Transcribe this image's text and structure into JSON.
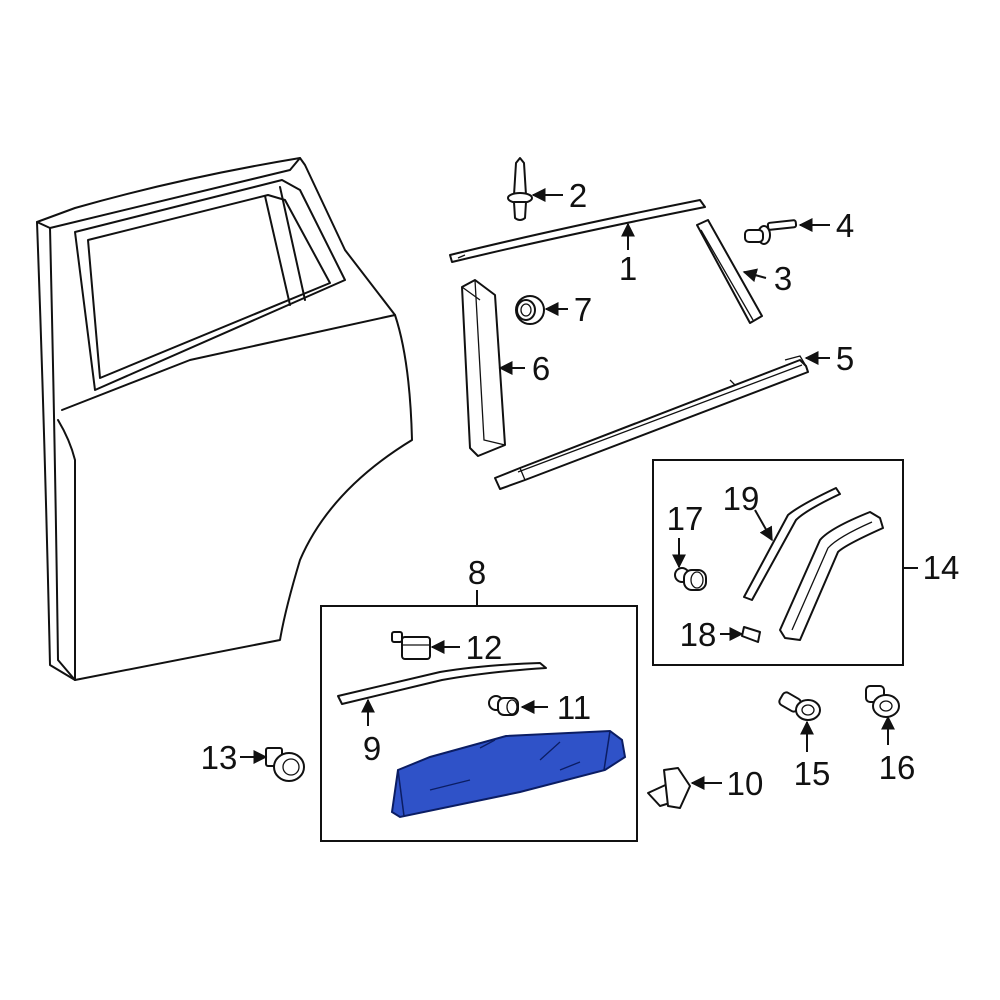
{
  "callouts": [
    {
      "id": "1",
      "label": "1"
    },
    {
      "id": "2",
      "label": "2"
    },
    {
      "id": "3",
      "label": "3"
    },
    {
      "id": "4",
      "label": "4"
    },
    {
      "id": "5",
      "label": "5"
    },
    {
      "id": "6",
      "label": "6"
    },
    {
      "id": "7",
      "label": "7"
    },
    {
      "id": "8",
      "label": "8"
    },
    {
      "id": "9",
      "label": "9"
    },
    {
      "id": "10",
      "label": "10"
    },
    {
      "id": "11",
      "label": "11"
    },
    {
      "id": "12",
      "label": "12"
    },
    {
      "id": "13",
      "label": "13"
    },
    {
      "id": "14",
      "label": "14"
    },
    {
      "id": "15",
      "label": "15"
    },
    {
      "id": "16",
      "label": "16"
    },
    {
      "id": "17",
      "label": "17"
    },
    {
      "id": "18",
      "label": "18"
    },
    {
      "id": "19",
      "label": "19"
    }
  ],
  "highlight": {
    "part": "8",
    "color": "#2f52c8",
    "stroke": "#0b1d63"
  },
  "line_color": "#111111"
}
